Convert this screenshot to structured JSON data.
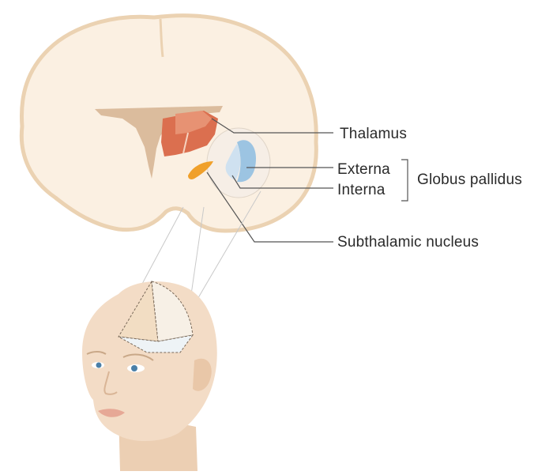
{
  "labels": {
    "thalamus": "Thalamus",
    "externa": "Externa",
    "interna": "Interna",
    "globus_pallidus": "Globus pallidus",
    "subthalamic_nucleus": "Subthalamic nucleus"
  },
  "colors": {
    "brain_fill": "#fbf0e2",
    "brain_outline": "#eed6b7",
    "ventricle": "#d7b696",
    "thalamus": "#db6f4f",
    "thalamus_light": "#e79273",
    "globus_externa": "#9cc4e2",
    "globus_interna": "#cfe1f0",
    "subthalamic": "#f0a02a",
    "skin": "#f3dcc6",
    "skin_shade": "#e9c7a8",
    "leader_line": "#555555"
  }
}
